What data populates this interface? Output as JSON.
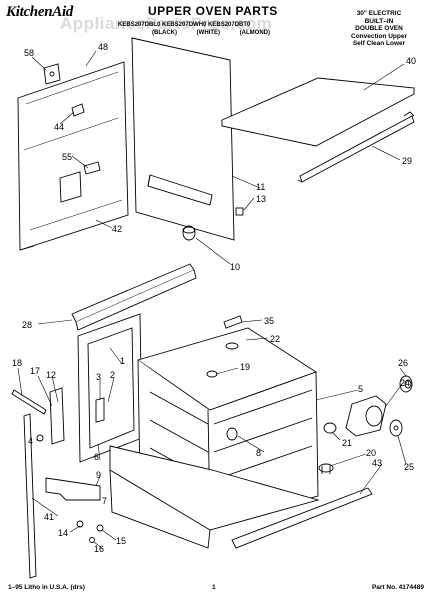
{
  "header": {
    "brand": "KitchenAid",
    "title": "UPPER OVEN PARTS",
    "watermark": "AppliancePartsPros.com",
    "models": "KEBS207DBL0  KEBS207DWH0  KEBS207DBT0",
    "colors": [
      "(BLACK)",
      "(WHITE)",
      "(ALMOND)"
    ],
    "description": [
      "30\" ELECTRIC",
      "BUILT–IN",
      "DOUBLE OVEN",
      "Convection Upper",
      "Self Clean Lower"
    ]
  },
  "footer": {
    "left": "1–95 Litho in U.S.A. (drs)",
    "page": "1",
    "part_no": "Part No. 4174489"
  },
  "callouts": [
    "58",
    "48",
    "40",
    "44",
    "55",
    "29",
    "11",
    "13",
    "42",
    "10",
    "28",
    "35",
    "22",
    "18",
    "17",
    "12",
    "3",
    "2",
    "1",
    "19",
    "26",
    "24",
    "5",
    "21",
    "8",
    "25",
    "20",
    "43",
    "4",
    "6",
    "9",
    "41",
    "14",
    "15",
    "16",
    "7"
  ]
}
